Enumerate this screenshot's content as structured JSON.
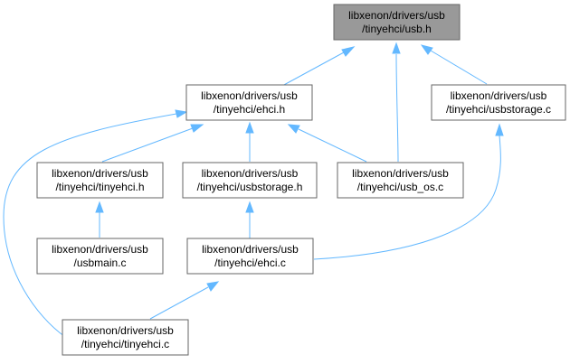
{
  "nodes": {
    "usb_h": {
      "line1": "libxenon/drivers/usb",
      "line2": "/tinyehci/usb.h"
    },
    "ehci_h": {
      "line1": "libxenon/drivers/usb",
      "line2": "/tinyehci/ehci.h"
    },
    "usbstorage_c": {
      "line1": "libxenon/drivers/usb",
      "line2": "/tinyehci/usbstorage.c"
    },
    "tinyehci_h": {
      "line1": "libxenon/drivers/usb",
      "line2": "/tinyehci/tinyehci.h"
    },
    "usbstorage_h": {
      "line1": "libxenon/drivers/usb",
      "line2": "/tinyehci/usbstorage.h"
    },
    "usb_os_c": {
      "line1": "libxenon/drivers/usb",
      "line2": "/tinyehci/usb_os.c"
    },
    "usbmain_c": {
      "line1": "libxenon/drivers/usb",
      "line2": "/usbmain.c"
    },
    "ehci_c": {
      "line1": "libxenon/drivers/usb",
      "line2": "/tinyehci/ehci.c"
    },
    "tinyehci_c": {
      "line1": "libxenon/drivers/usb",
      "line2": "/tinyehci/tinyehci.c"
    }
  },
  "edges": [
    {
      "from": "ehci_h",
      "to": "usb_h"
    },
    {
      "from": "usb_os_c",
      "to": "usb_h"
    },
    {
      "from": "usbstorage_c",
      "to": "usb_h"
    },
    {
      "from": "tinyehci_h",
      "to": "ehci_h"
    },
    {
      "from": "usbstorage_h",
      "to": "ehci_h"
    },
    {
      "from": "usb_os_c",
      "to": "ehci_h"
    },
    {
      "from": "tinyehci_c",
      "to": "ehci_h"
    },
    {
      "from": "usbmain_c",
      "to": "tinyehci_h"
    },
    {
      "from": "ehci_c",
      "to": "usbstorage_h"
    },
    {
      "from": "ehci_c",
      "to": "usbstorage_c"
    },
    {
      "from": "tinyehci_c",
      "to": "ehci_c"
    }
  ],
  "colors": {
    "root_fill": "#999999",
    "node_fill": "#ffffff",
    "node_stroke": "#666666",
    "edge": "#63b8ff"
  }
}
